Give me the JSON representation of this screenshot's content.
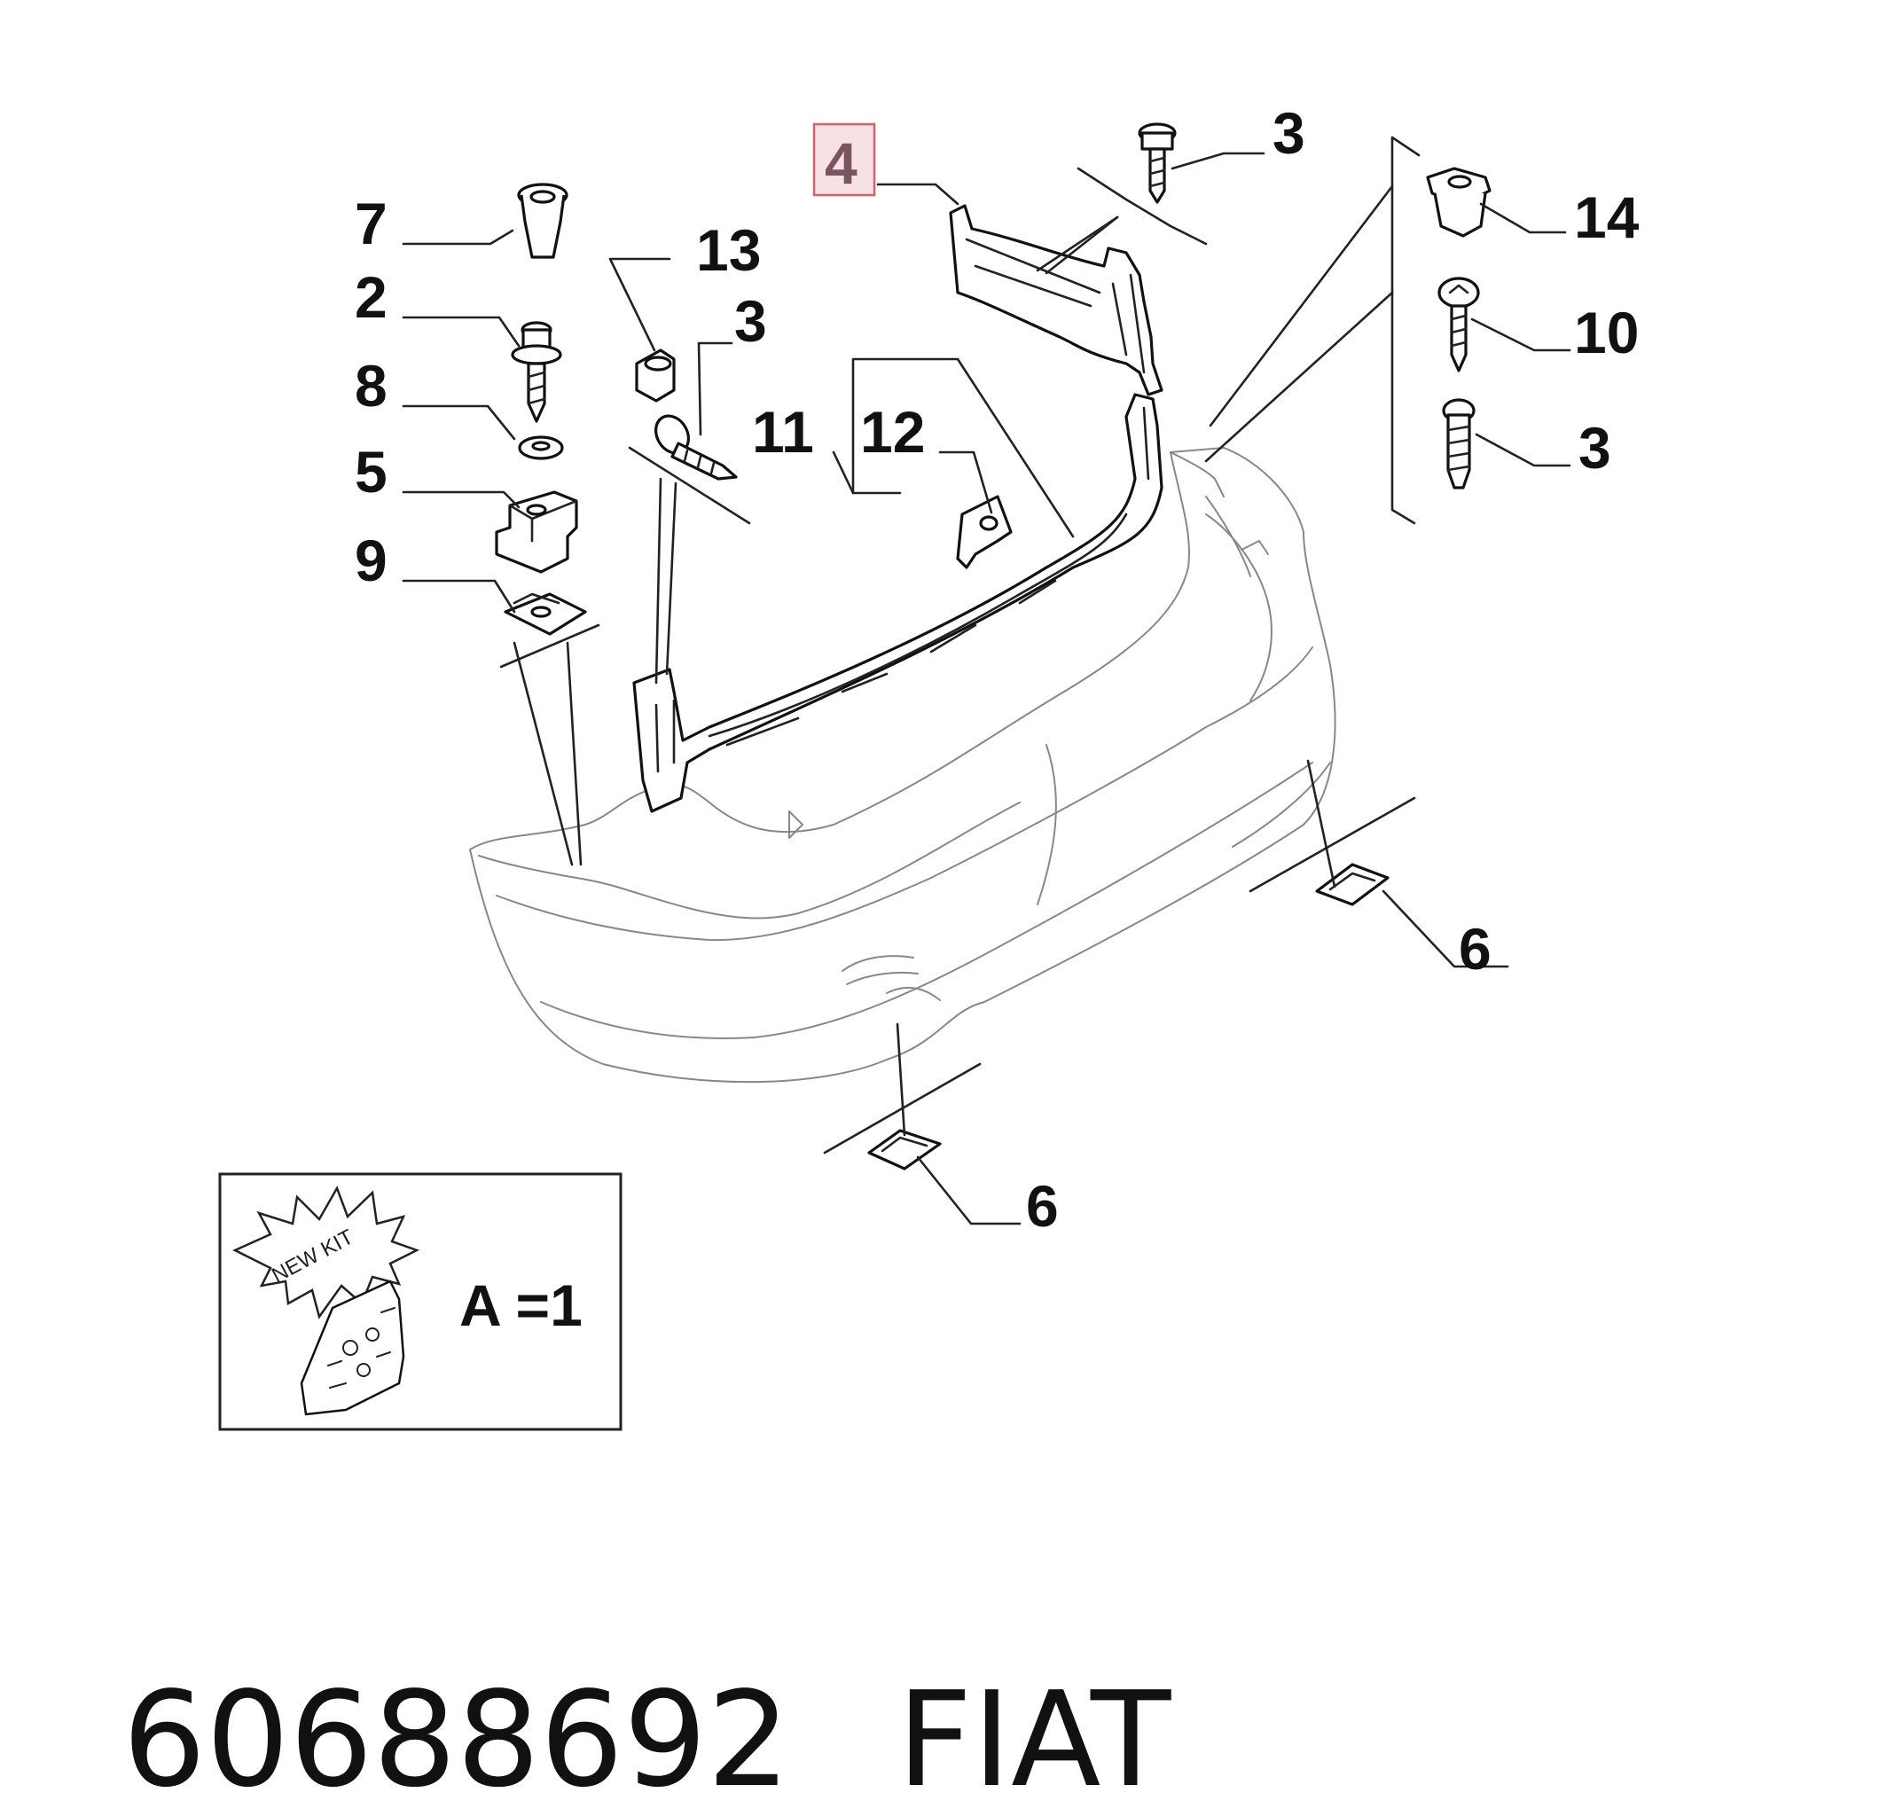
{
  "callouts": {
    "c7": "7",
    "c2": "2",
    "c8": "8",
    "c5": "5",
    "c9": "9",
    "c13": "13",
    "c3a": "3",
    "c11": "11",
    "c12": "12",
    "c4": "4",
    "c3b": "3",
    "c14": "14",
    "c10": "10",
    "c3c": "3",
    "c6a": "6",
    "c6b": "6"
  },
  "highlighted_callout": "4",
  "kit": {
    "badge_text": "NEW KIT",
    "formula": "A =1"
  },
  "footer": {
    "part_number": "60688692",
    "brand": "FIAT"
  },
  "colors": {
    "highlight_fill": "#f7e1e4",
    "highlight_border": "#d9606e",
    "line": "#222222"
  }
}
